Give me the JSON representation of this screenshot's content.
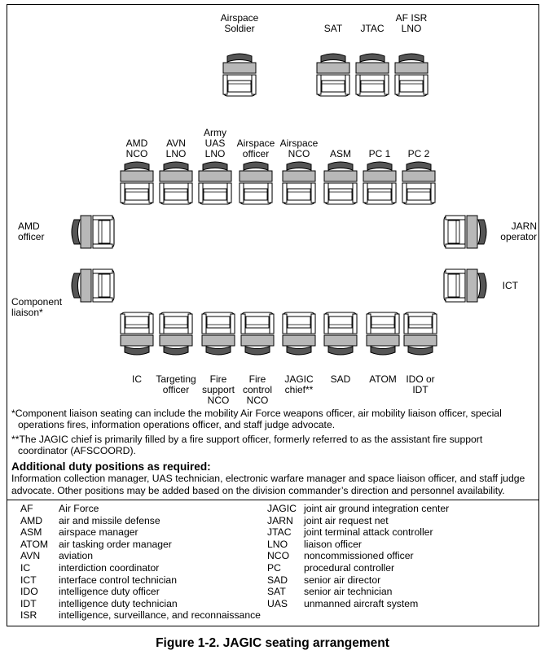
{
  "figure": {
    "caption": "Figure 1-2. JAGIC seating arrangement"
  },
  "seats": {
    "top_row": [
      {
        "label": "Airspace\nSoldier"
      },
      {
        "label": "SAT"
      },
      {
        "label": "JTAC"
      },
      {
        "label": "AF ISR\nLNO"
      }
    ],
    "upper_table": [
      {
        "label": "AMD\nNCO"
      },
      {
        "label": "AVN\nLNO"
      },
      {
        "label": "Army\nUAS\nLNO"
      },
      {
        "label": "Airspace\nofficer"
      },
      {
        "label": "Airspace\nNCO"
      },
      {
        "label": "ASM"
      },
      {
        "label": "PC 1"
      },
      {
        "label": "PC 2"
      }
    ],
    "left_side": [
      {
        "label": "AMD\nofficer"
      },
      {
        "label": "Component\nliaison*"
      }
    ],
    "right_side": [
      {
        "label": "JARN\noperator"
      },
      {
        "label": "ICT"
      }
    ],
    "lower_table": [
      {
        "label": "IC"
      },
      {
        "label": "Targeting\nofficer"
      },
      {
        "label": "Fire\nsupport\nNCO"
      },
      {
        "label": "Fire\ncontrol\nNCO"
      },
      {
        "label": "JAGIC\nchief**"
      },
      {
        "label": "SAD"
      },
      {
        "label": "ATOM"
      },
      {
        "label": "IDO or\nIDT"
      }
    ]
  },
  "notes": {
    "note1_line1": "*Component liaison seating can include the mobility Air Force weapons officer, air mobility liaison officer, special",
    "note1_line2": "operations fires, information operations officer, and staff judge advocate.",
    "note2_line1": "**The JAGIC chief is primarily filled by a fire support officer, formerly referred to as the assistant fire support",
    "note2_line2": "coordinator (AFSCOORD)."
  },
  "additional": {
    "heading": "Additional duty positions as required:",
    "line1": "Information collection manager, UAS technician, electronic warfare manager and space liaison officer, and staff judge",
    "line2": "advocate. Other positions may be added based on the division commander’s direction and personnel availability."
  },
  "abbreviations": {
    "left": [
      {
        "abbr": "AF",
        "meaning": "Air Force"
      },
      {
        "abbr": "AMD",
        "meaning": "air and missile defense"
      },
      {
        "abbr": "ASM",
        "meaning": "airspace manager"
      },
      {
        "abbr": "ATOM",
        "meaning": "air tasking order manager"
      },
      {
        "abbr": "AVN",
        "meaning": "aviation"
      },
      {
        "abbr": "IC",
        "meaning": "interdiction coordinator"
      },
      {
        "abbr": "ICT",
        "meaning": "interface control technician"
      },
      {
        "abbr": "IDO",
        "meaning": "intelligence duty officer"
      },
      {
        "abbr": "IDT",
        "meaning": "intelligence duty technician"
      },
      {
        "abbr": "ISR",
        "meaning": "intelligence, surveillance, and reconnaissance"
      }
    ],
    "right": [
      {
        "abbr": "JAGIC",
        "meaning": "joint air ground integration center"
      },
      {
        "abbr": "JARN",
        "meaning": "joint air request net"
      },
      {
        "abbr": "JTAC",
        "meaning": "joint terminal attack controller"
      },
      {
        "abbr": "LNO",
        "meaning": "liaison officer"
      },
      {
        "abbr": "NCO",
        "meaning": "noncommissioned officer"
      },
      {
        "abbr": "PC",
        "meaning": "procedural controller"
      },
      {
        "abbr": "SAD",
        "meaning": "senior air director"
      },
      {
        "abbr": "SAT",
        "meaning": "senior air technician"
      },
      {
        "abbr": "UAS",
        "meaning": "unmanned aircraft system"
      }
    ]
  }
}
